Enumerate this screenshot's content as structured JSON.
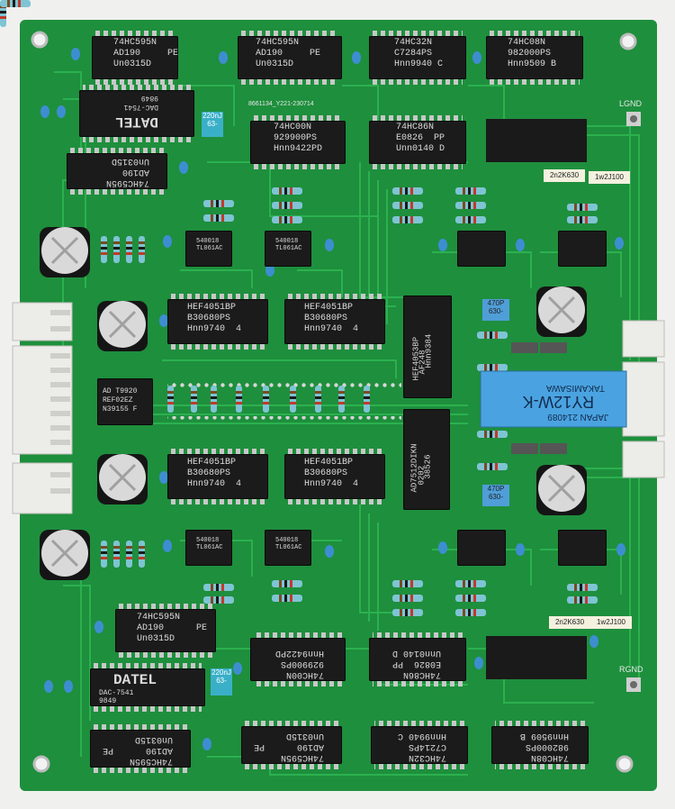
{
  "board": {
    "pcb_color": "#1f8f3e",
    "trace_color": "#2bb150",
    "silk_color": "#e8e8e8"
  },
  "board_id": "8661134_Y221-230714",
  "labels": {
    "lgnd": "LGND",
    "rgnd": "RGND"
  },
  "chips_top_row": [
    {
      "l1": "74HC595N",
      "l2": "AD190     PE",
      "l3": "Un0315D"
    },
    {
      "l1": "74HC595N",
      "l2": "AD190     PE",
      "l3": "Un0315D"
    },
    {
      "l1": "74HC32N",
      "l2": "C7284PS",
      "l3": "Hnn9940 C"
    },
    {
      "l1": "74HC08N",
      "l2": "982000PS",
      "l3": "Hnn9509 B"
    }
  ],
  "chips_second_row": [
    {
      "l1": "74HC00N",
      "l2": "929900PS",
      "l3": "Hnn9422PD"
    },
    {
      "l1": "74HC86N",
      "l2": "E0826  PP",
      "l3": "Unn0140 D"
    }
  ],
  "datel_top": {
    "brand": "DATEL",
    "model": "DAC-7541",
    "code": "9849"
  },
  "chip_left_flipped": {
    "l1": "74HC595N",
    "l2": "AD190",
    "l3": "Un0315D"
  },
  "ref02": {
    "l1": "AD T9920",
    "l2": "REF02EZ",
    "l3": "N39155 F"
  },
  "hef_chips": [
    {
      "l1": "HEF4051BP",
      "l2": "B30680PS",
      "l3": "Hnn9740  4"
    },
    {
      "l1": "HEF4051BP",
      "l2": "B30680PS",
      "l3": "Hnn9740  4"
    },
    {
      "l1": "HEF4051BP",
      "l2": "B30680PS",
      "l3": "Hnn9740  4"
    },
    {
      "l1": "HEF4051BP",
      "l2": "B30680PS",
      "l3": "Hnn9740  4"
    }
  ],
  "hef4053": {
    "l1": "HEF4053BP",
    "l2": "AF248",
    "l3": "Hnn9384"
  },
  "ad7512": {
    "l1": "AD7512DIKN",
    "l2": "0202",
    "l3": "38526"
  },
  "relay": {
    "brand": "TAKAMISAWA",
    "model": "RY12W-K",
    "origin": "JAPAN 214089"
  },
  "caps_blue": [
    {
      "text": "470P\n630-"
    },
    {
      "text": "470P\n630-"
    }
  ],
  "caps_teal": [
    {
      "text": "220nJ\n63-"
    },
    {
      "text": "220nJ\n63-"
    }
  ],
  "caps_white": [
    {
      "text": "2n2K630"
    },
    {
      "text": "1w2J100"
    },
    {
      "text": "2n2K630"
    },
    {
      "text": "1w2J100"
    }
  ],
  "opamps": [
    {
      "text": "540018\nTL061AC"
    },
    {
      "text": "540018\nTL061AC"
    },
    {
      "text": "540018\nTL061AC"
    },
    {
      "text": "540018\nTL061AC"
    }
  ],
  "chip_bottom_left": {
    "l1": "74HC595N",
    "l2": "AD190      PE",
    "l3": "Un0315D"
  },
  "datel_bottom": {
    "brand": "DATEL",
    "model": "DAC-7541",
    "code": "9849"
  },
  "chips_bottom_row": [
    {
      "l1": "74HC595N",
      "l2": "AD190      PE",
      "l3": "Un0315D"
    },
    {
      "l1": "74HC595N",
      "l2": "AD190      PE",
      "l3": "Un0315D"
    },
    {
      "l1": "74HC32N",
      "l2": "C7214PS",
      "l3": "Hnn9940 C"
    },
    {
      "l1": "74HC08N",
      "l2": "982000PS",
      "l3": "Hnn9509 B"
    }
  ],
  "chips_bottom_second": [
    {
      "l1": "74HC00N",
      "l2": "929900PS",
      "l3": "Hnn9422PD"
    },
    {
      "l1": "74HC86N",
      "l2": "E0826  PP",
      "l3": "Unn0140 D"
    }
  ]
}
